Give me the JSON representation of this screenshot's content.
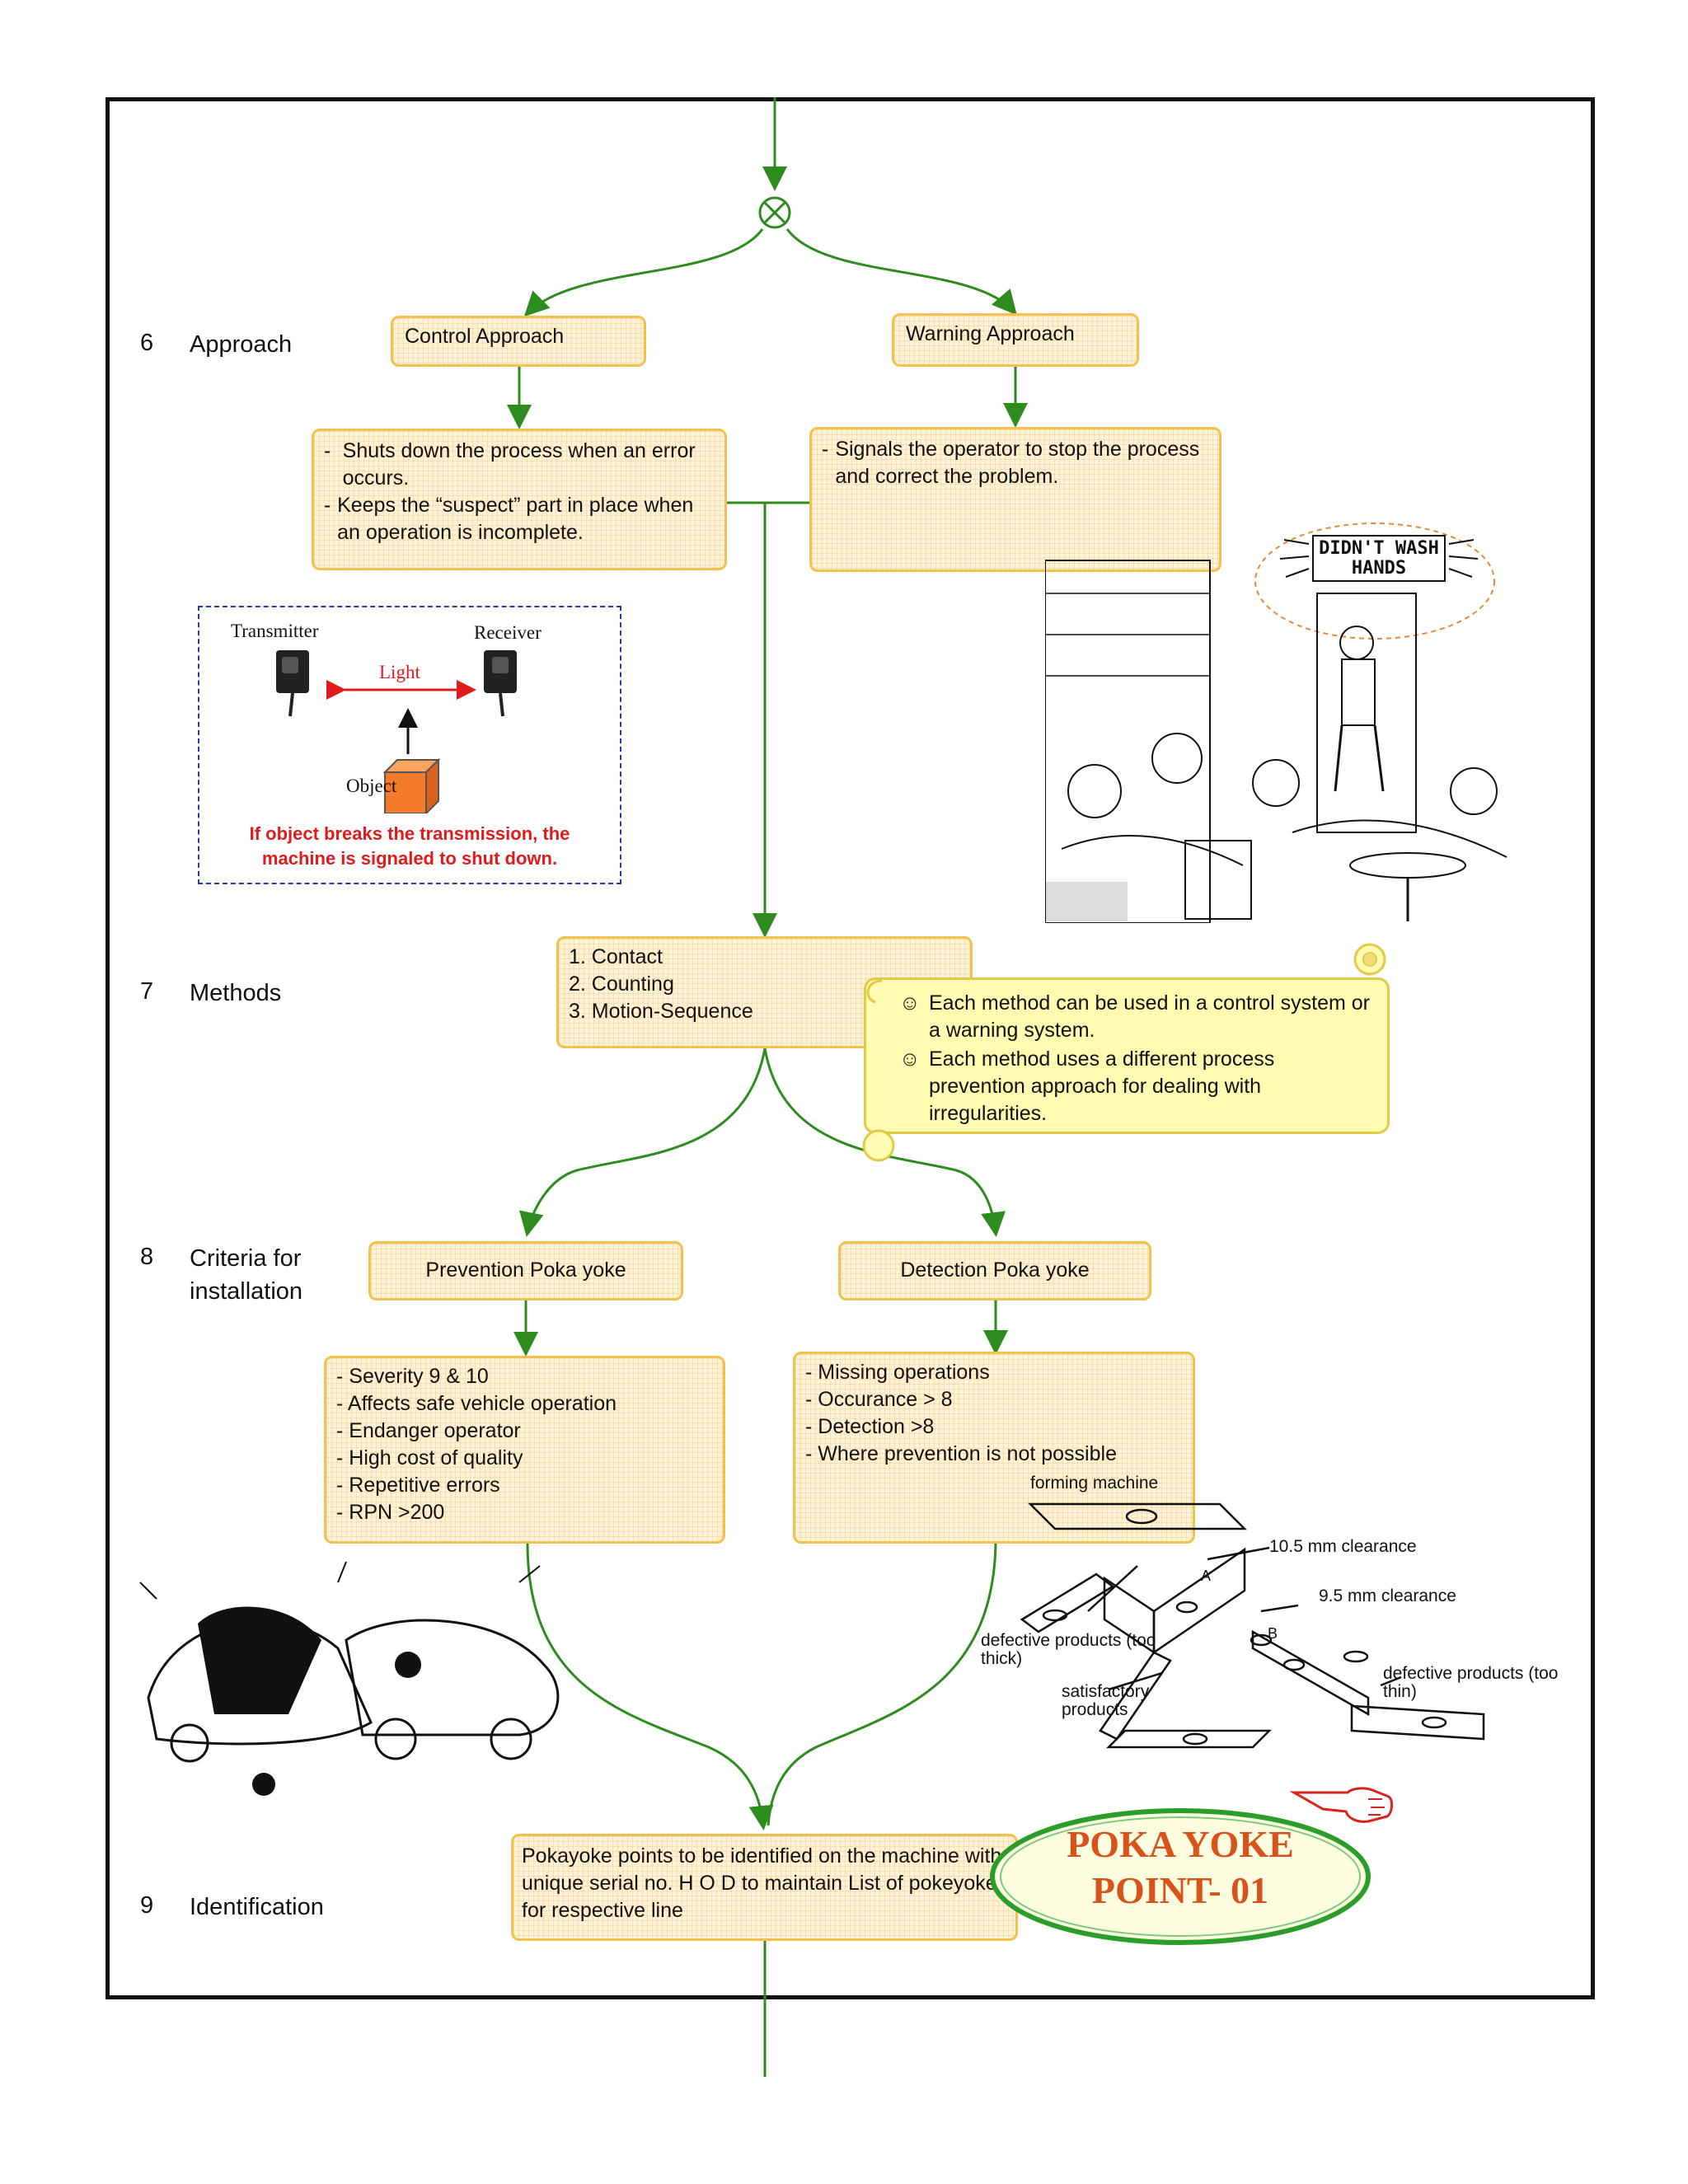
{
  "steps": [
    {
      "num": "6",
      "label": "Approach"
    },
    {
      "num": "7",
      "label": "Methods"
    },
    {
      "num": "8",
      "label": "Criteria for installation"
    },
    {
      "num": "9",
      "label": "Identification"
    }
  ],
  "approach": {
    "control": {
      "title": "Control Approach",
      "points": [
        "Shuts down the process when an error occurs.",
        "Keeps the “suspect” part in place when an operation is incomplete."
      ]
    },
    "warning": {
      "title": "Warning Approach",
      "points": [
        "Signals the operator to stop the process and correct the problem."
      ]
    }
  },
  "sensor_callout": {
    "transmitter": "Transmitter",
    "receiver": "Receiver",
    "light": "Light",
    "object": "Object",
    "caption": "If object breaks the transmission, the machine is signaled to shut down."
  },
  "cartoon_sign": "DIDN'T WASH HANDS",
  "methods": {
    "items": [
      "1.  Contact",
      "2.  Counting",
      "3.  Motion-Sequence"
    ],
    "notes": [
      "Each method can be used in a control system or a warning system.",
      "Each method uses a different process prevention approach for dealing with irregularities."
    ],
    "smiley_icon": "smiley-icon"
  },
  "criteria": {
    "prevention": {
      "title": "Prevention Poka yoke",
      "points": [
        "- Severity 9 & 10",
        "- Affects safe vehicle operation",
        "- Endanger operator",
        "- High cost of quality",
        "- Repetitive errors",
        "- RPN >200"
      ]
    },
    "detection": {
      "title": "Detection Poka yoke",
      "points": [
        "- Missing operations",
        "- Occurance > 8",
        "- Detection >8",
        "- Where prevention is not possible"
      ]
    }
  },
  "machine_diagram": {
    "forming_machine": "forming machine",
    "clear_a": "10.5 mm clearance",
    "clear_b": "9.5 mm clearance",
    "thick": "defective products (too thick)",
    "thin": "defective products (too thin)",
    "ok": "satisfactory products",
    "a": "A",
    "b": "B"
  },
  "identification": {
    "text": "Pokayoke points to be identified on the machine with unique serial no. H O D to maintain List of pokeyoke for respective line",
    "stamp_line1": "POKA YOKE",
    "stamp_line2": "POINT- 01"
  },
  "colors": {
    "arrow": "#2e8b1e",
    "box_border": "#f2c24e",
    "box_fill": "#fef3d6",
    "note_fill": "#fffbb0",
    "stamp_text": "#d8531c",
    "stamp_fill": "#fffde0",
    "stamp_border": "#2a9d2a",
    "warning_red": "#e01b1b"
  }
}
